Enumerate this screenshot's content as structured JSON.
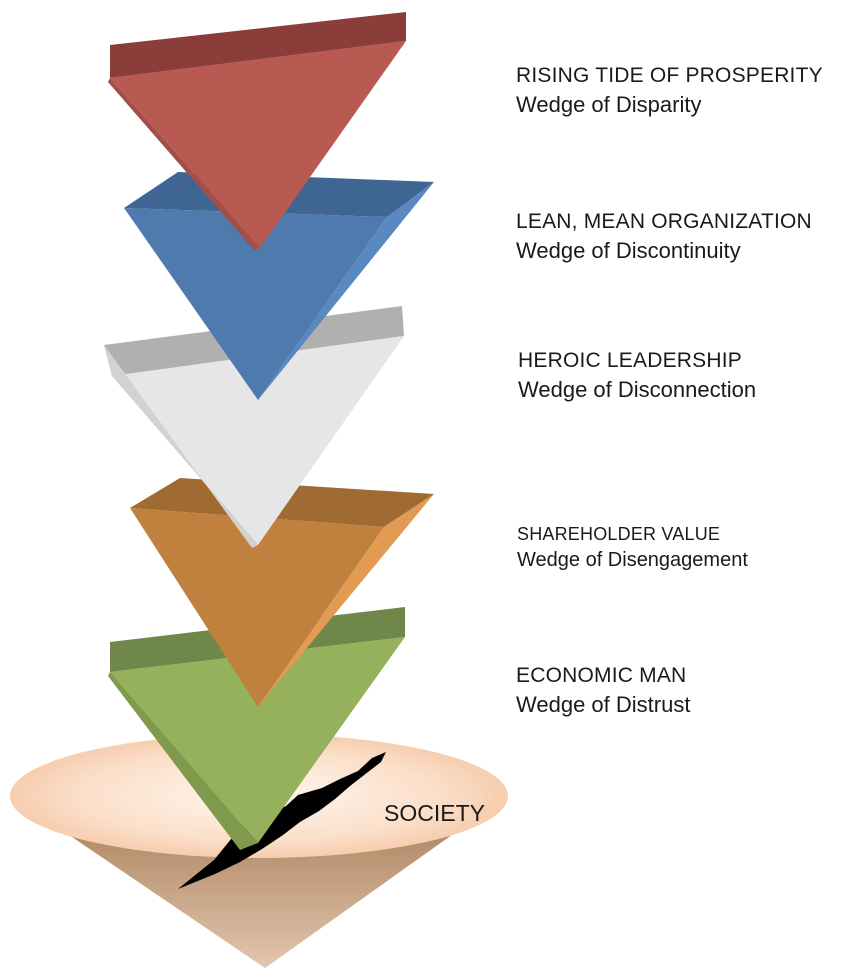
{
  "wedges": [
    {
      "title": "RISING TIDE OF PROSPERITY",
      "subtitle": "Wedge of Disparity",
      "color": "#B85A52"
    },
    {
      "title": "LEAN, MEAN ORGANIZATION",
      "subtitle": "Wedge of Discontinuity",
      "color": "#4F7AAE"
    },
    {
      "title": "HEROIC LEADERSHIP",
      "subtitle": "Wedge of Disconnection",
      "color": "#E4E4E4"
    },
    {
      "title": "SHAREHOLDER VALUE",
      "subtitle": "Wedge of Disengagement",
      "color": "#C47F3E"
    },
    {
      "title": "ECONOMIC MAN",
      "subtitle": "Wedge of Distrust",
      "color": "#95B15C"
    }
  ],
  "base": {
    "label": "SOCIETY",
    "top_color": "#FAD8C0",
    "cone_color": "#B48C6A",
    "crack_color": "#000000"
  }
}
